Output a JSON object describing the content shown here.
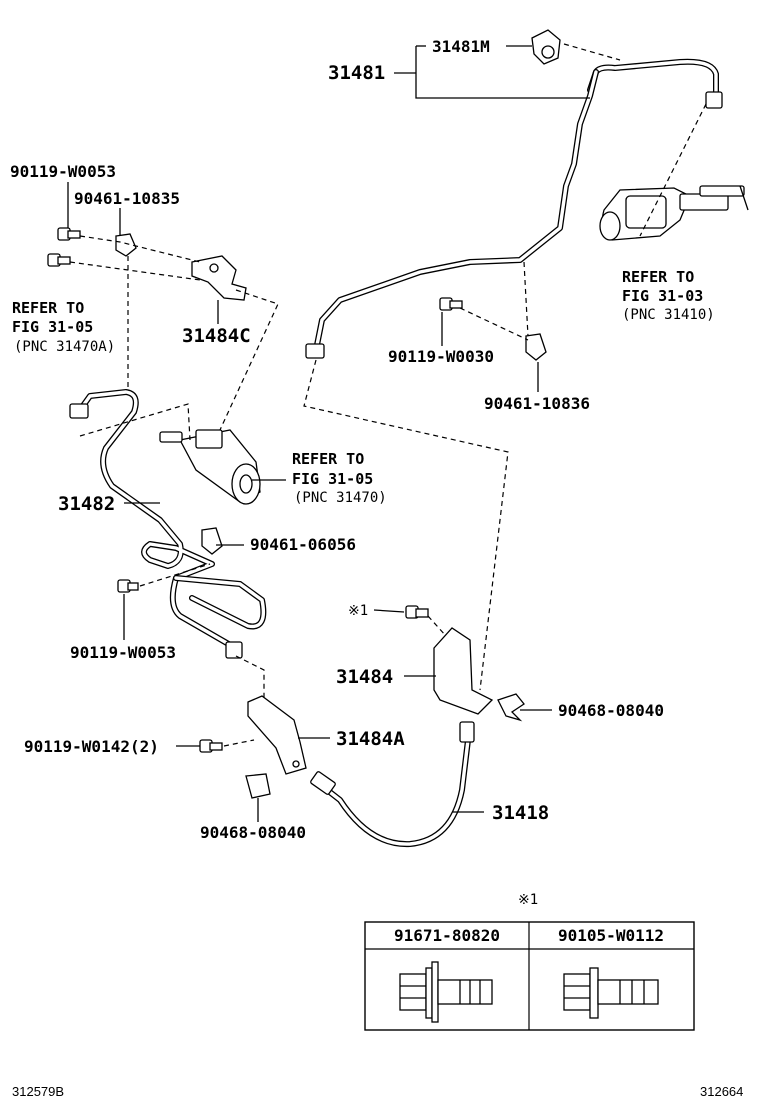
{
  "labels": {
    "p31481M": "31481M",
    "p31481": "31481",
    "p90119_W0053_top": "90119-W0053",
    "p90461_10835": "90461-10835",
    "ref_left_1": "REFER TO",
    "ref_left_2": "FIG 31-05",
    "ref_left_3": "(PNC 31470A)",
    "p31484C": "31484C",
    "ref_right_1": "REFER TO",
    "ref_right_2": "FIG 31-03",
    "ref_right_3": "(PNC 31410)",
    "p90119_W0030": "90119-W0030",
    "p90461_10836": "90461-10836",
    "ref_mid_1": "REFER TO",
    "ref_mid_2": "FIG 31-05",
    "ref_mid_3": "(PNC 31470)",
    "p31482": "31482",
    "p90461_06056": "90461-06056",
    "p90119_W0053_low": "90119-W0053",
    "mark1": "※1",
    "p31484": "31484",
    "p90468_08040_right": "90468-08040",
    "p90119_W0142": "90119-W0142(2)",
    "p31484A": "31484A",
    "p31418": "31418",
    "p90468_08040_low": "90468-08040",
    "table_mark": "※1",
    "corner_left": "312579B",
    "corner_right": "312664"
  },
  "table": {
    "headers": [
      "91671-80820",
      "90105-W0112"
    ]
  }
}
